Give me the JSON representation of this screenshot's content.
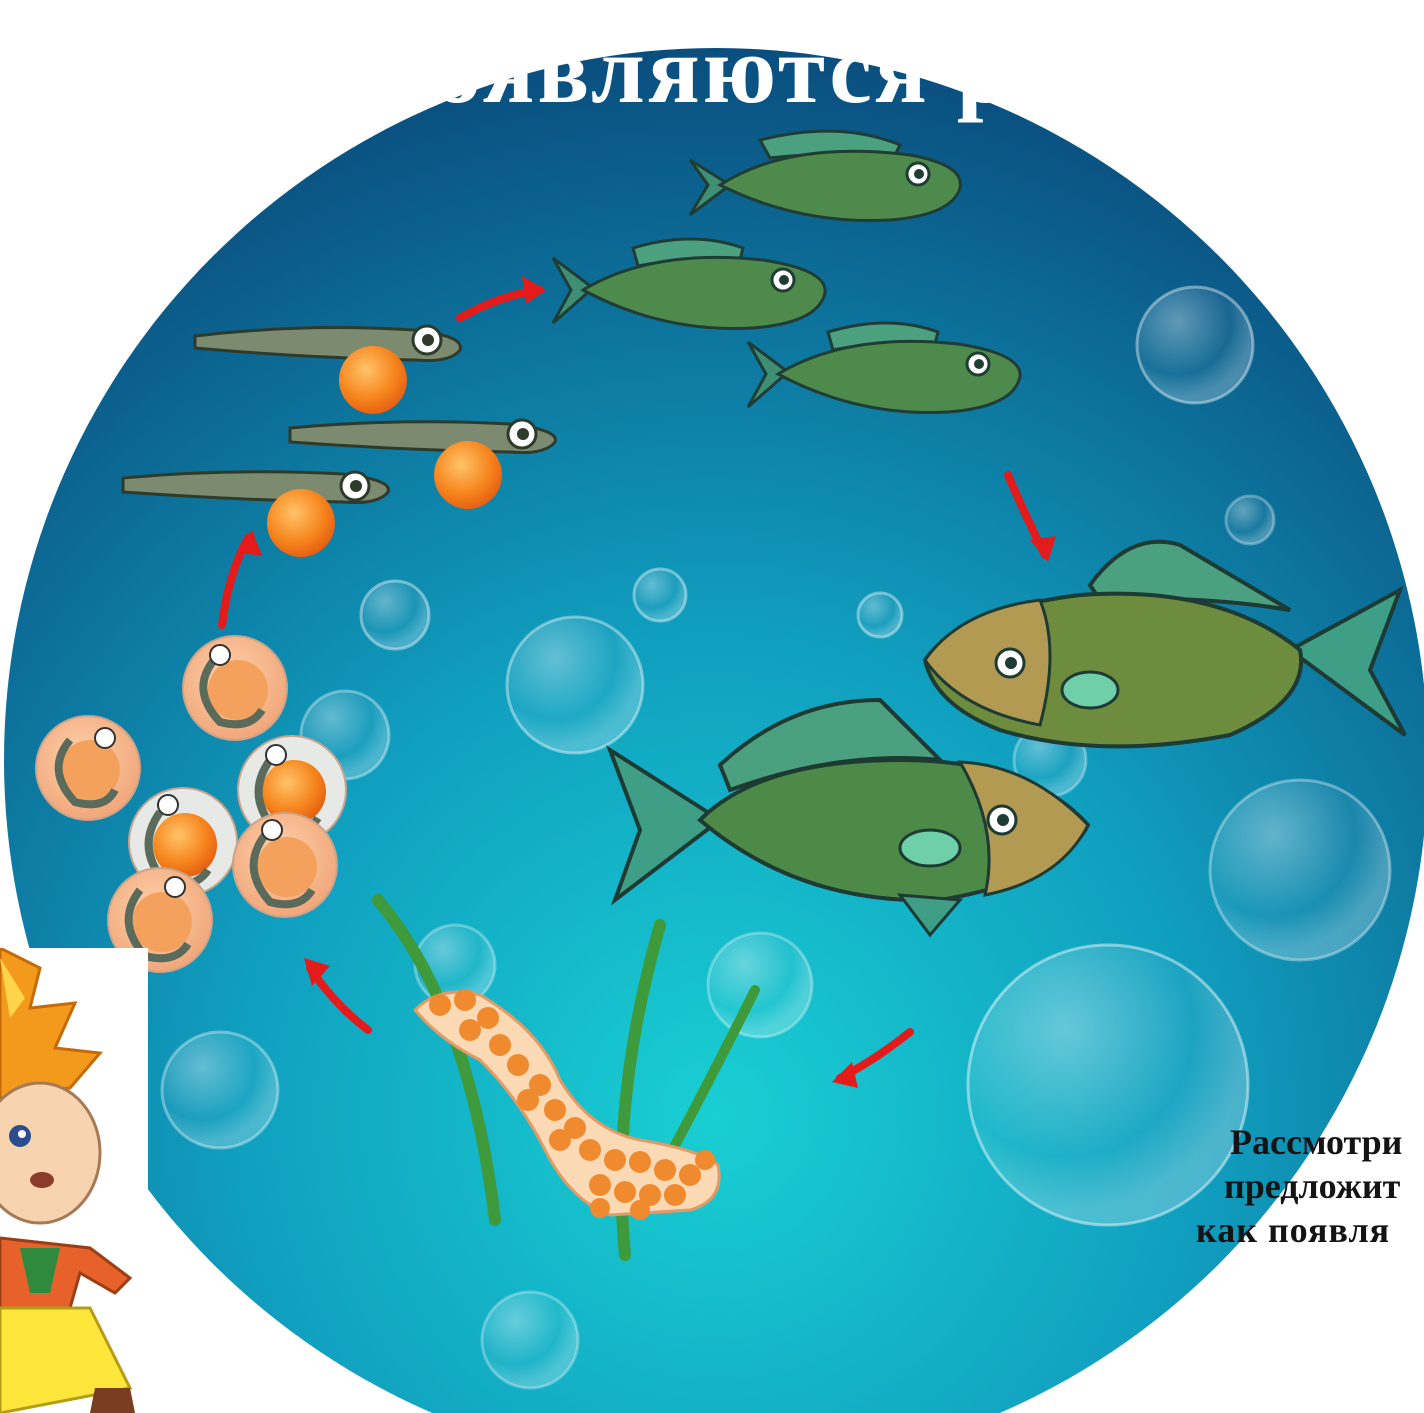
{
  "slide": {
    "title": "появляются р",
    "caption": {
      "line1": "Рассмотри",
      "line2": "предложит",
      "line3": "как появля"
    }
  },
  "colors": {
    "water_top": "#0b4f7e",
    "water_bottom": "#12c9d2",
    "arrow": "#e31b1b",
    "fish_green": "#4e8a4b",
    "fish_olive": "#8a8a3c",
    "egg_orange": "#f58a1f",
    "title_white": "#ffffff",
    "caption_dark": "#141414"
  },
  "icons": [
    "water-circle",
    "lifecycle-arrow",
    "fry-with-yolk",
    "young-fish",
    "adult-fish",
    "egg-cluster",
    "spawn-strand",
    "water-plant",
    "bubble",
    "cartoon-boy"
  ]
}
